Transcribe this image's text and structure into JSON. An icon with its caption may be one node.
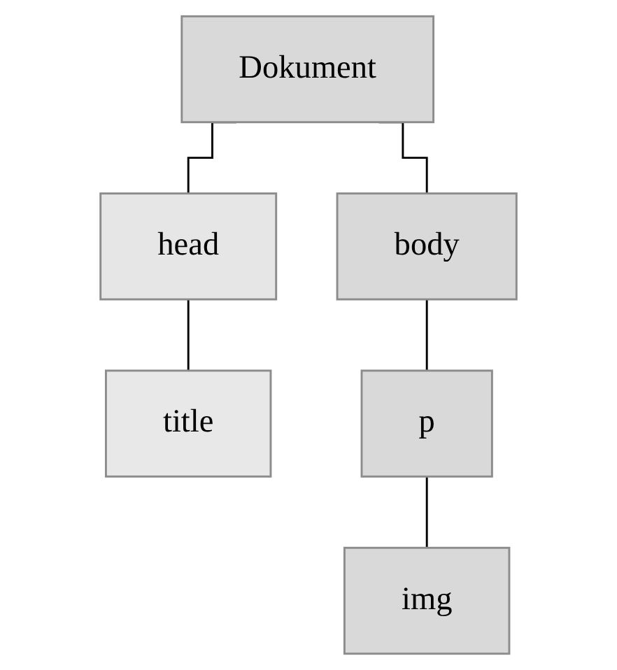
{
  "diagram": {
    "nodes": [
      {
        "text": [
          "Dokument"
        ]
      },
      {
        "text": [
          "head"
        ]
      },
      {
        "text": [
          "title"
        ]
      },
      {
        "text": [
          "body"
        ]
      },
      {
        "text": [
          "p"
        ]
      },
      {
        "text": [
          "img"
        ]
      }
    ],
    "edges": [
      {
        "from": 0,
        "to": 1,
        "arrow": "none"
      },
      {
        "from": 0,
        "to": 3,
        "arrow": "none"
      },
      {
        "from": 1,
        "to": 2,
        "arrow": "none"
      },
      {
        "from": 3,
        "to": 4,
        "arrow": "none"
      },
      {
        "from": 4,
        "to": 5,
        "arrow": "none"
      }
    ]
  }
}
